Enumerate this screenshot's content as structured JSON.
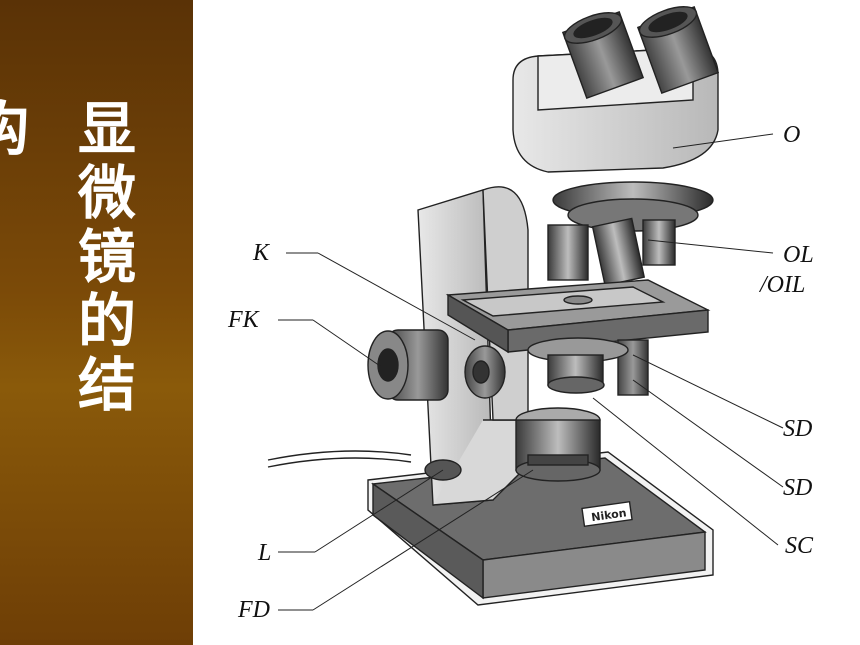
{
  "title": {
    "main_chars": [
      "显",
      "微",
      "镜",
      "的",
      "结"
    ],
    "cut_chars": [
      "构"
    ]
  },
  "labels": {
    "O": "O",
    "OL": "OL",
    "OIL": "/OIL",
    "K": "K",
    "FK": "FK",
    "SD1": "SD",
    "SD2": "SD",
    "SC": "SC",
    "L": "L",
    "FD": "FD"
  },
  "brand": "Nikon",
  "colors": {
    "banner": "#7b4a08",
    "text": "#ffffff"
  }
}
